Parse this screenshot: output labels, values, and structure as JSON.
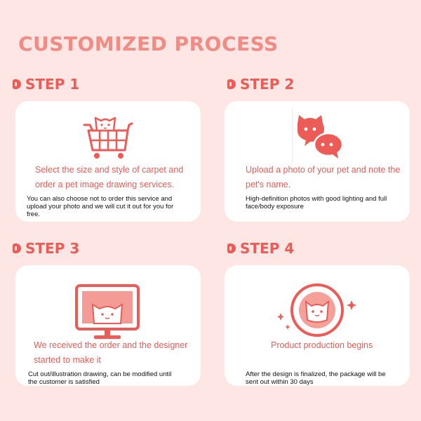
{
  "title": "CUSTOMIZED PROCESS",
  "colors": {
    "accent": "#ec5b55",
    "title": "#f28b83",
    "background": "#fde6e4",
    "card": "#ffffff"
  },
  "steps": [
    {
      "label": "STEP 1",
      "icon": "shopping-cart-cat-icon",
      "pink_lines": [
        "Select the size and style of carpet and",
        "order a pet image drawing services."
      ],
      "detail_lines": [
        "You can also choose not to order this service and",
        "upload your photo and we will cut it out for you for",
        "free."
      ]
    },
    {
      "label": "STEP 2",
      "icon": "chat-bubbles-cat-icon",
      "pink_lines": [
        "Upload a photo of your pet and note the",
        "pet's name."
      ],
      "detail_lines": [
        "High-definition photos with good lighting and full",
        "face/body exposure"
      ]
    },
    {
      "label": "STEP 3",
      "icon": "monitor-cat-icon",
      "pink_lines": [
        "We received the order and the designer",
        "started to make it"
      ],
      "detail_lines": [
        "Cut out/illustration drawing, can be modified until",
        "the customer is satisfied"
      ]
    },
    {
      "label": "STEP 4",
      "icon": "round-cat-badge-icon",
      "pink_lines": [
        "Product production begins"
      ],
      "detail_lines": [
        "After the design is finalized, the package will be",
        "sent out within 30 days"
      ]
    }
  ]
}
